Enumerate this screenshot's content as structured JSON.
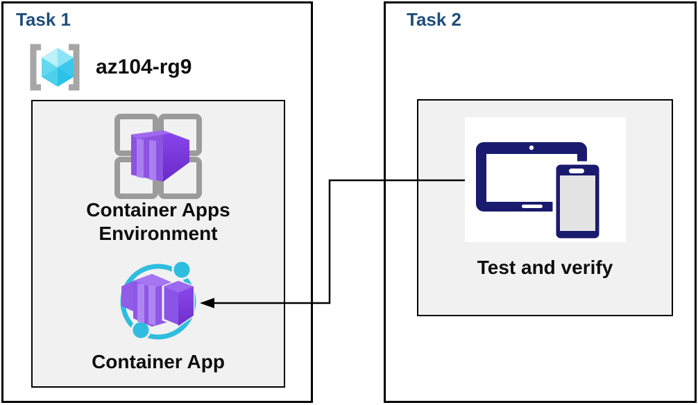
{
  "tasks": [
    {
      "title": "Task 1",
      "resource_group": {
        "name": "az104-rg9",
        "icon": "resource-group-icon"
      },
      "items": [
        {
          "label": "Container Apps Environment",
          "icon": "container-apps-environment-icon"
        },
        {
          "label": "Container App",
          "icon": "container-app-icon"
        }
      ]
    },
    {
      "title": "Task 2",
      "items": [
        {
          "label": "Test and verify",
          "icon": "devices-icon"
        }
      ]
    }
  ],
  "connector": {
    "from": "Test and verify",
    "to": "Container App",
    "style": "elbow",
    "arrowhead": "left"
  },
  "colors": {
    "title_navy": "#1F4E79",
    "panel_fill": "#F1F1F1",
    "outline": "#000000",
    "azure_purple": "#7B3DDB",
    "azure_cyan": "#2EBDDF",
    "device_navy": "#1A1A6E",
    "rg_cube_cyan": "#3BC8EA",
    "bracket_gray": "#A6A6A6"
  }
}
